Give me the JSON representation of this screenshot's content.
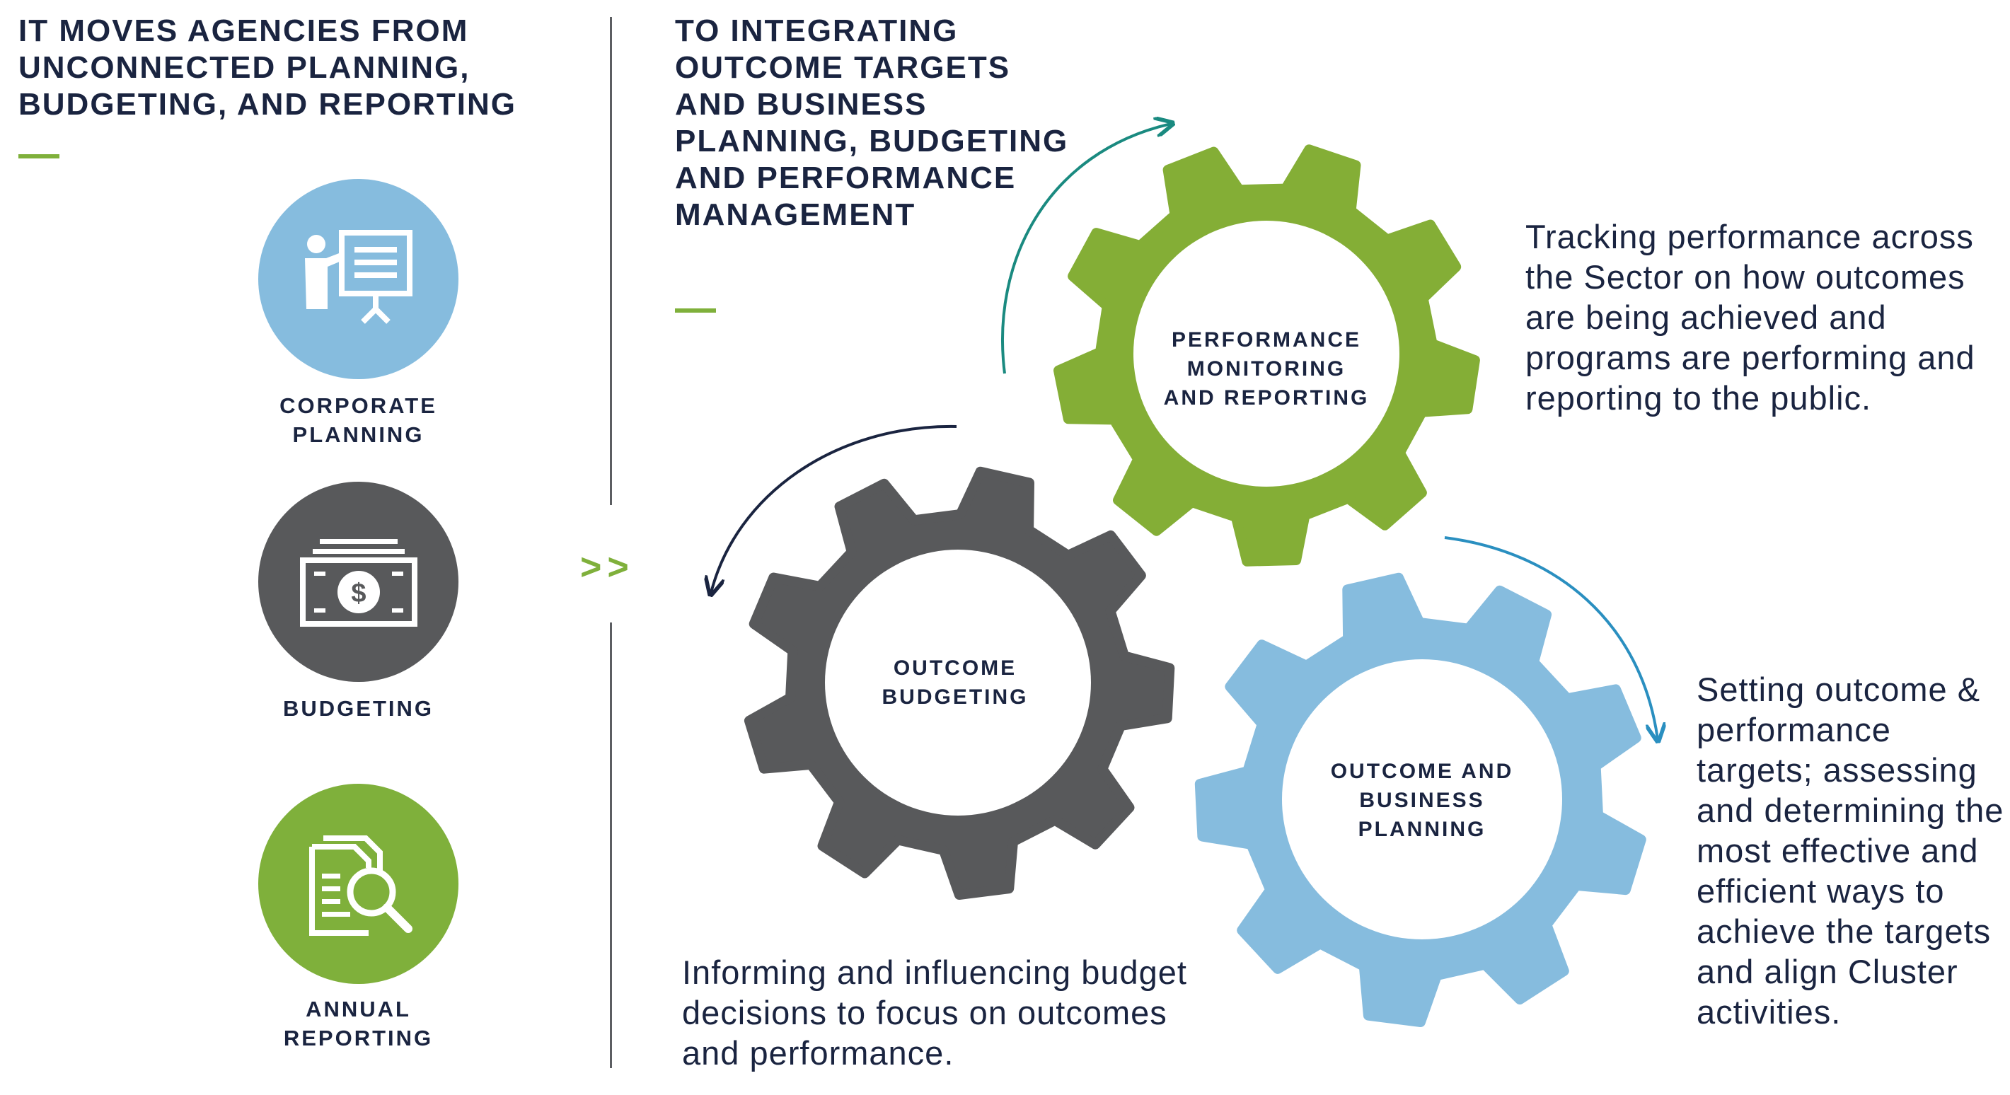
{
  "left": {
    "heading": "IT MOVES AGENCIES FROM UNCONNECTED PLANNING, BUDGETING, AND REPORTING",
    "items": [
      {
        "label": "CORPORATE PLANNING",
        "icon": "presentation-icon",
        "color": "#86bcde"
      },
      {
        "label": "BUDGETING",
        "icon": "money-icon",
        "color": "#58595b"
      },
      {
        "label": "ANNUAL REPORTING",
        "icon": "document-search-icon",
        "color": "#7fb03b"
      }
    ]
  },
  "transition_glyph": ">>",
  "right": {
    "heading": "TO INTEGRATING OUTCOME TARGETS AND BUSINESS PLANNING, BUDGETING AND PERFORMANCE MANAGEMENT",
    "gears": [
      {
        "label": "PERFORMANCE MONITORING AND REPORTING",
        "color": "#84ae36",
        "description": "Tracking performance across the Sector on how outcomes are being achieved and programs are performing and reporting to the public."
      },
      {
        "label": "OUTCOME BUDGETING",
        "color": "#58595b",
        "description": "Informing and influencing budget decisions to focus on outcomes and performance."
      },
      {
        "label": "OUTCOME AND BUSINESS PLANNING",
        "color": "#86bcde",
        "description": "Setting outcome & performance targets; assessing and determining the most effective and efficient ways to achieve the targets and align Cluster activities."
      }
    ]
  },
  "colors": {
    "navy": "#1a2440",
    "accent_green": "#7fb03b",
    "arrow_teal": "#1a8a80",
    "arrow_navy": "#1a2440",
    "arrow_blue": "#2a8fc0"
  }
}
